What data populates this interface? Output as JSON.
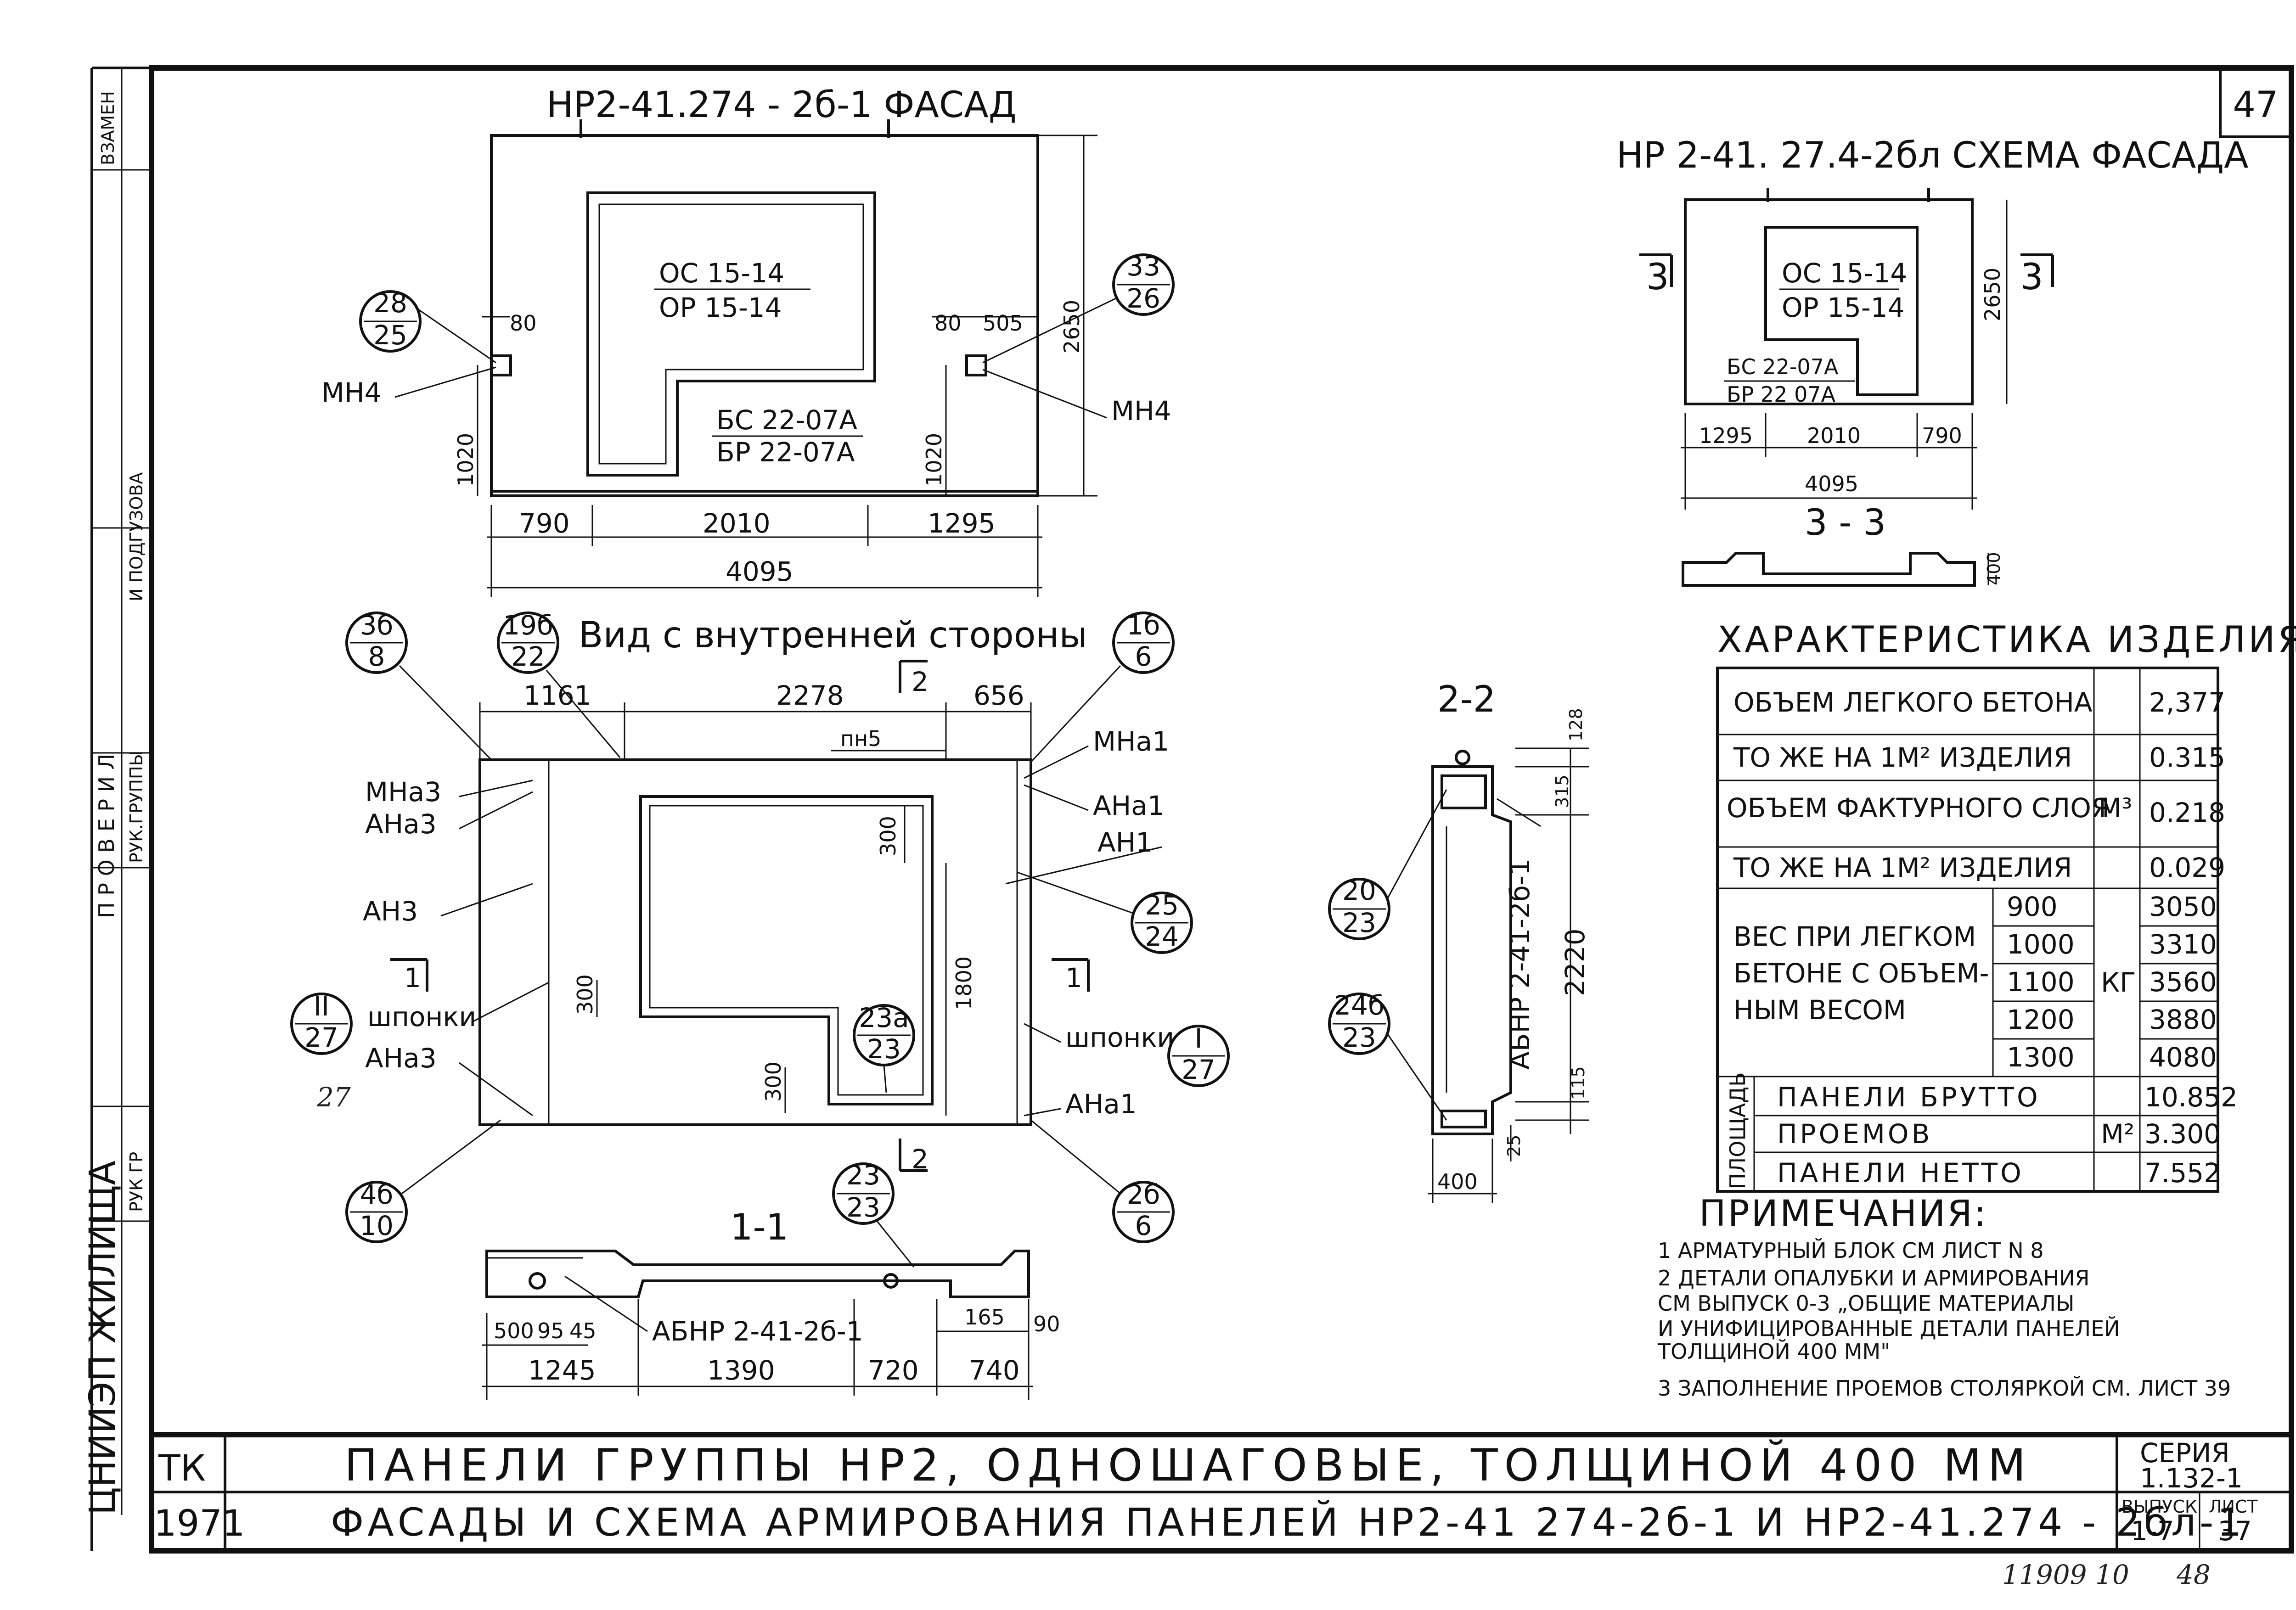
{
  "sheet": {
    "number": "47",
    "side_stamp_zamen": "ВЗАМЕН",
    "side_stamp_proveril": "П Р О В Е Р И Л",
    "side_stamp_podgruppa": "И ПОДГУЗОВА",
    "side_stamp_rukgr": "РУК.ГРУППЫ",
    "side_stamp_rukgr2": "РУК ГР",
    "side_stamp_org": "ЦНИИЭП ЖИЛИЩА",
    "footer_handwritten": "11909 10",
    "footer_page": "48"
  },
  "facade": {
    "title": "НР2-41.274 - 2б-1 ФАСАД",
    "window_label_1": "ОС 15-14",
    "window_label_2": "ОР 15-14",
    "door_label_1": "БС 22-07А",
    "door_label_2": "БР 22-07А",
    "left_callout_top": "28",
    "left_callout_bottom": "25",
    "right_callout_top": "33",
    "right_callout_bottom": "26",
    "left_mark": "МН4",
    "right_mark": "МН4",
    "dim_left_80": "80",
    "dim_right_80": "80",
    "dim_505": "505",
    "dim_left_1020": "1020",
    "dim_right_1020": "1020",
    "dim_2650": "2650",
    "dim_790": "790",
    "dim_2010": "2010",
    "dim_1295": "1295",
    "dim_4095": "4095"
  },
  "scheme": {
    "title": "НР 2-41. 27.4-2бл СХЕМА ФАСАДА",
    "window_label_1": "ОС 15-14",
    "window_label_2": "ОР 15-14",
    "door_label_1": "БС 22-07А",
    "door_label_2": "БР 22 07А",
    "section_left": "3",
    "section_right": "3",
    "dim_2650": "2650",
    "dim_1295": "1295",
    "dim_2010": "2010",
    "dim_790": "790",
    "dim_4095": "4095",
    "section_title": "3 - 3",
    "dim_400": "400"
  },
  "inner_view": {
    "title": "Вид с внутренней стороны",
    "callouts": [
      {
        "top": "3б",
        "bottom": "8"
      },
      {
        "top": "19б",
        "bottom": "22"
      },
      {
        "top": "1б",
        "bottom": "6"
      },
      {
        "top": "II",
        "bottom": "27"
      },
      {
        "top": "25",
        "bottom": "24"
      },
      {
        "top": "23а",
        "bottom": "23"
      },
      {
        "top": "I",
        "bottom": "27"
      },
      {
        "top": "4б",
        "bottom": "10"
      },
      {
        "top": "2б",
        "bottom": "6"
      }
    ],
    "dim_1161": "1161",
    "dim_2278": "2278",
    "dim_656": "656",
    "mark_pn5": "пн5",
    "mark_mna1_top": "МНа1",
    "mark_ana1_top": "АНа1",
    "mark_an1": "АН1",
    "mark_mna3": "МНа3",
    "mark_ana3_top": "АНа3",
    "mark_an3": "АН3",
    "mark_shponki_left": "шпонки",
    "mark_ana3_bottom": "АНа3",
    "mark_shponki_right": "шпонки",
    "mark_ana1_bottom": "АНа1",
    "dim_300_a": "300",
    "dim_300_b": "300",
    "dim_300_c": "300",
    "dim_1800": "1800",
    "section_2_top": "2",
    "section_2_bottom": "2",
    "section_1_left": "1",
    "section_1_right": "1",
    "callout_small": "27"
  },
  "section_11": {
    "title": "1-1",
    "callout_top": "23",
    "callout_bottom": "23",
    "block_label": "АБНР 2-41-2б-1",
    "dim_500": "500",
    "dim_95": "95",
    "dim_45": "45",
    "dim_165": "165",
    "dim_90": "90",
    "dim_1245": "1245",
    "dim_1390": "1390",
    "dim_720": "720",
    "dim_740": "740"
  },
  "section_22": {
    "title": "2-2",
    "block_label": "АБНР 2-41-2б-1",
    "callout1_top": "20",
    "callout1_bottom": "23",
    "callout2_top": "24б",
    "callout2_bottom": "23",
    "dim_128": "128",
    "dim_315": "315",
    "dim_2220": "2220",
    "dim_115": "115",
    "dim_25": "25",
    "dim_400": "400"
  },
  "characteristics": {
    "title": "ХАРАКТЕРИСТИКА ИЗДЕЛИЯ",
    "rows": [
      {
        "label": "ОБЪЕМ ЛЕГКОГО БЕТОНА",
        "value": "2,377"
      },
      {
        "label": "ТО ЖЕ НА 1М² ИЗДЕЛИЯ",
        "value": "0.315"
      },
      {
        "label": "ОБЪЕМ ФАКТУРНОГО СЛОЯ",
        "value": "0.218"
      },
      {
        "label": "ТО ЖЕ НА 1М² ИЗДЕЛИЯ",
        "value": "0.029"
      }
    ],
    "unit_m3": "М³",
    "weight_label_1": "ВЕС ПРИ ЛЕГКОМ",
    "weight_label_2": "БЕТОНЕ С ОБЪЕМ-",
    "weight_label_3": "НЫМ ВЕСОМ",
    "unit_kg": "КГ",
    "weights": [
      {
        "density": "900",
        "value": "3050"
      },
      {
        "density": "1000",
        "value": "3310"
      },
      {
        "density": "1100",
        "value": "3560"
      },
      {
        "density": "1200",
        "value": "3880"
      },
      {
        "density": "1300",
        "value": "4080"
      }
    ],
    "area_label": "ПЛОЩАДЬ",
    "unit_m2": "М²",
    "areas": [
      {
        "label": "ПАНЕЛИ БРУТТО",
        "value": "10.852"
      },
      {
        "label": "ПРОЕМОВ",
        "value": "3.300"
      },
      {
        "label": "ПАНЕЛИ НЕТТО",
        "value": "7.552"
      }
    ]
  },
  "notes": {
    "title": "ПРИМЕЧАНИЯ:",
    "lines": [
      "1  АРМАТУРНЫЙ БЛОК СМ ЛИСТ N 8",
      "2  ДЕТАЛИ ОПАЛУБКИ И АРМИРОВАНИЯ",
      "    СМ ВЫПУСК 0-3 „ОБЩИЕ МАТЕРИАЛЫ",
      "    И УНИФИЦИРОВАННЫЕ ДЕТАЛИ ПАНЕЛЕЙ",
      "    ТОЛЩИНОЙ   400 ММ\"",
      "3  ЗАПОЛНЕНИЕ ПРОЕМОВ СТОЛЯРКОЙ СМ. ЛИСТ 39"
    ]
  },
  "title_block": {
    "org": "ТК",
    "year": "1971",
    "line1": "ПАНЕЛИ ГРУППЫ НР2, ОДНОШАГОВЫЕ, ТОЛЩИНОЙ 400 ММ",
    "line2": "ФАСАДЫ И СХЕМА АРМИРОВАНИЯ ПАНЕЛЕЙ НР2-41 274-2б-1 И НР2-41.274 - 2бл-1",
    "series_label": "СЕРИЯ",
    "series_value": "1.132-1",
    "issue_label": "ВЫПУСК",
    "issue_value": "1-7",
    "sheet_label": "ЛИСТ",
    "sheet_value": "37"
  }
}
